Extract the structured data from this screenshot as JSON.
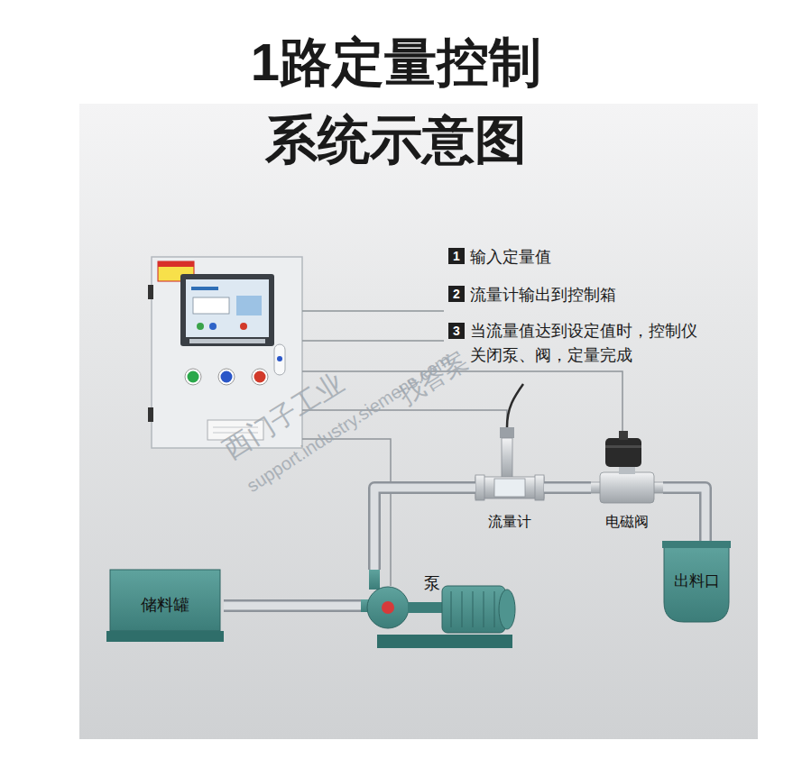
{
  "diagram": {
    "title": "1路定量控制 系统示意图",
    "nodes": [
      {
        "text": [
          "储料罐"
        ]
      },
      {
        "text": [
          "泵"
        ]
      },
      {
        "text": [
          "流量计"
        ]
      },
      {
        "text": [
          "电磁阀"
        ]
      },
      {
        "text": [
          "出料口"
        ]
      }
    ],
    "edges": [
      {
        "from": 0,
        "to": 1,
        "arrow": "none"
      },
      {
        "from": 1,
        "to": 2,
        "arrow": "none"
      },
      {
        "from": 2,
        "to": 3,
        "arrow": "none"
      },
      {
        "from": 3,
        "to": 4,
        "arrow": "none"
      }
    ],
    "labels": [
      "1",
      "输入定量值",
      "2",
      "流量计输出到控制箱",
      "3",
      "当流量值达到设定值时，控制仪关闭泵、阀，定量完成",
      "西门子工业",
      "找答案",
      "support.industry.siemens.com"
    ]
  }
}
